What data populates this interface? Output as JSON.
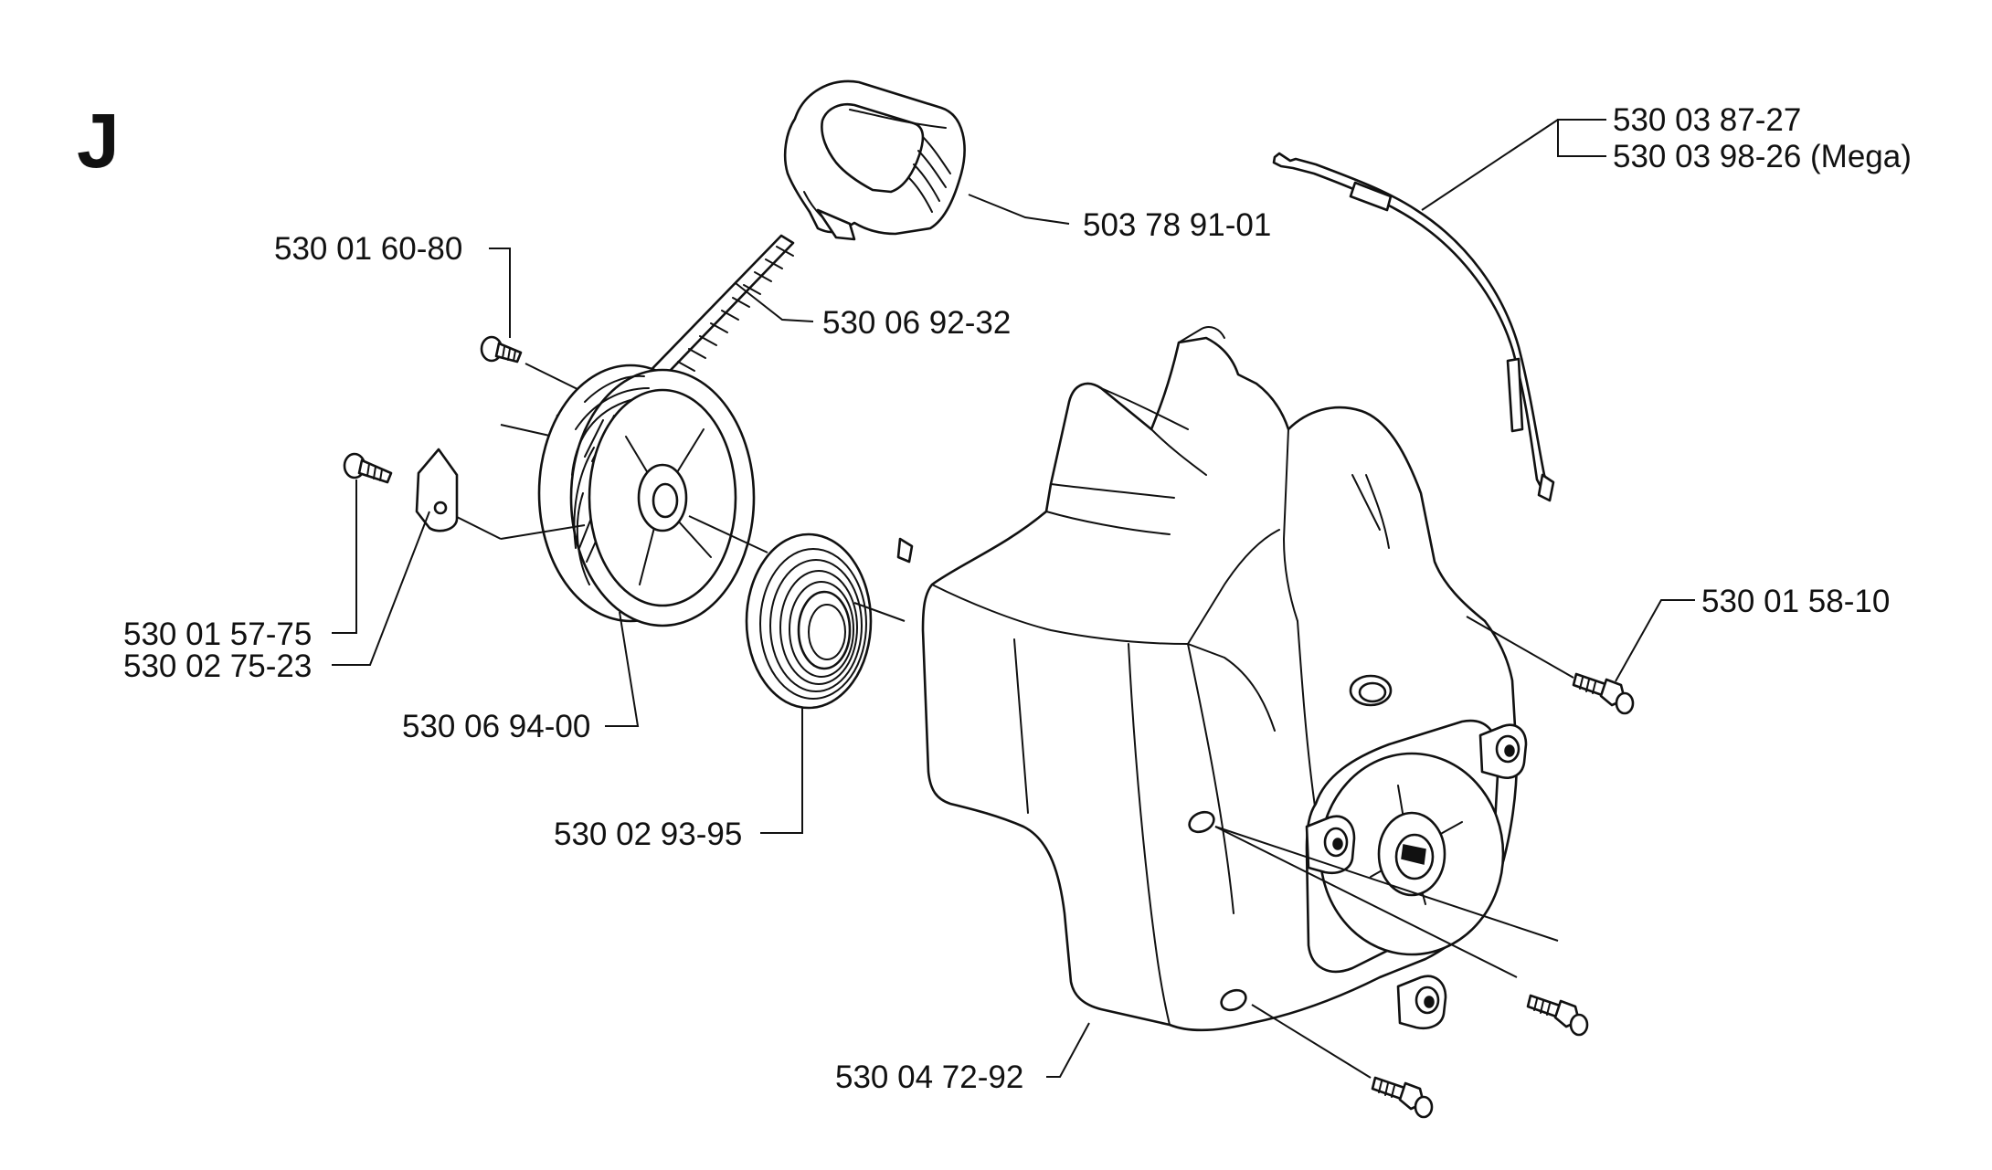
{
  "section_letter": "J",
  "part_numbers": {
    "wire_cable": "530 03 87-27",
    "wire_cable_mega": "530 03 98-26 (Mega)",
    "starter_handle": "503 78 91-01",
    "screw_top": "530 01 60-80",
    "starter_rope": "530 06 92-32",
    "screw_left": "530 01 57-75",
    "pawl": "530 02 75-23",
    "pulley": "530 06 94-00",
    "rewind_spring": "530 02 93-95",
    "housing_screw": "530 01 58-10",
    "starter_housing": "530 04 72-92"
  }
}
